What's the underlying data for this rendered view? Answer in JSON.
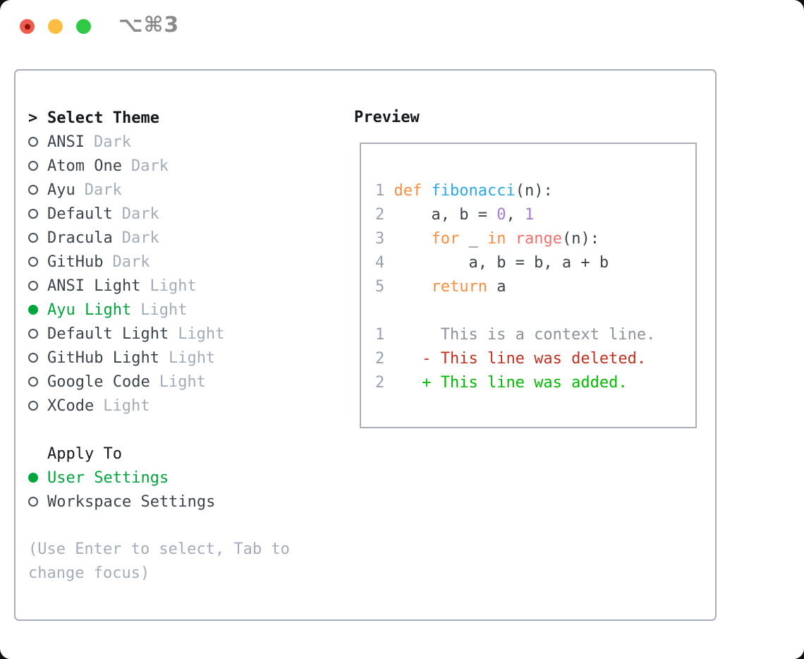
{
  "window": {
    "title": "⌥⌘3"
  },
  "theme_panel": {
    "header": {
      "prefix": ">",
      "label": "Select Theme"
    },
    "themes": [
      {
        "name": "ANSI",
        "variant": "Dark",
        "selected": false
      },
      {
        "name": "Atom One",
        "variant": "Dark",
        "selected": false
      },
      {
        "name": "Ayu",
        "variant": "Dark",
        "selected": false
      },
      {
        "name": "Default",
        "variant": "Dark",
        "selected": false
      },
      {
        "name": "Dracula",
        "variant": "Dark",
        "selected": false
      },
      {
        "name": "GitHub",
        "variant": "Dark",
        "selected": false
      },
      {
        "name": "ANSI Light",
        "variant": "Light",
        "selected": false
      },
      {
        "name": "Ayu Light",
        "variant": "Light",
        "selected": true
      },
      {
        "name": "Default Light",
        "variant": "Light",
        "selected": false
      },
      {
        "name": "GitHub Light",
        "variant": "Light",
        "selected": false
      },
      {
        "name": "Google Code",
        "variant": "Light",
        "selected": false
      },
      {
        "name": "XCode",
        "variant": "Light",
        "selected": false
      }
    ],
    "apply_to": {
      "label": "Apply To",
      "options": [
        {
          "name": "User Settings",
          "selected": true
        },
        {
          "name": "Workspace Settings",
          "selected": false
        }
      ]
    },
    "help_text": "(Use Enter to select, Tab to change focus)"
  },
  "preview": {
    "title": "Preview",
    "lines": [
      {
        "tokens": [
          {
            "t": "1 ",
            "c": "ln"
          },
          {
            "t": "def",
            "c": "kw"
          },
          {
            "t": " ",
            "c": "pl"
          },
          {
            "t": "fibonacci",
            "c": "fn"
          },
          {
            "t": "(n):",
            "c": "pl"
          }
        ]
      },
      {
        "tokens": [
          {
            "t": "2 ",
            "c": "ln"
          },
          {
            "t": "    a, b = ",
            "c": "pl"
          },
          {
            "t": "0",
            "c": "num"
          },
          {
            "t": ", ",
            "c": "pl"
          },
          {
            "t": "1",
            "c": "num"
          }
        ]
      },
      {
        "tokens": [
          {
            "t": "3 ",
            "c": "ln"
          },
          {
            "t": "    ",
            "c": "pl"
          },
          {
            "t": "for",
            "c": "kw"
          },
          {
            "t": " _ ",
            "c": "pl"
          },
          {
            "t": "in",
            "c": "kw"
          },
          {
            "t": " ",
            "c": "pl"
          },
          {
            "t": "range",
            "c": "call"
          },
          {
            "t": "(n):",
            "c": "pl"
          }
        ]
      },
      {
        "tokens": [
          {
            "t": "4 ",
            "c": "ln"
          },
          {
            "t": "        a, b = b, a + b",
            "c": "pl"
          }
        ]
      },
      {
        "tokens": [
          {
            "t": "5 ",
            "c": "ln"
          },
          {
            "t": "    ",
            "c": "pl"
          },
          {
            "t": "return",
            "c": "kw"
          },
          {
            "t": " a",
            "c": "pl"
          }
        ]
      },
      {
        "tokens": []
      },
      {
        "tokens": [
          {
            "t": "1 ",
            "c": "ln"
          },
          {
            "t": "     This is a context line.",
            "c": "ctx"
          }
        ]
      },
      {
        "tokens": [
          {
            "t": "2 ",
            "c": "ln"
          },
          {
            "t": "   - This line was deleted.",
            "c": "del"
          }
        ]
      },
      {
        "tokens": [
          {
            "t": "2 ",
            "c": "ln"
          },
          {
            "t": "   + This line was added.",
            "c": "add"
          }
        ]
      }
    ]
  },
  "colors": {
    "traffic_red": "#f15b4e",
    "traffic_red_dot": "#8e120b",
    "traffic_yellow": "#fcbd41",
    "traffic_green": "#2fc944",
    "title_gray": "#8b8b8b",
    "border": "#a9aeb9",
    "heading": "#14171b",
    "item_text": "#3d434c",
    "muted": "#a4acba",
    "line_number": "#99a1b0",
    "selected_green": "#00a63c",
    "keyword_orange": "#fa8d3e",
    "function_blue": "#2ea7e6",
    "call_coral": "#f2706e",
    "number_purple": "#a37acc",
    "context_gray": "#8b929b",
    "deleted_red": "#c4301f",
    "added_green": "#00bb00"
  }
}
